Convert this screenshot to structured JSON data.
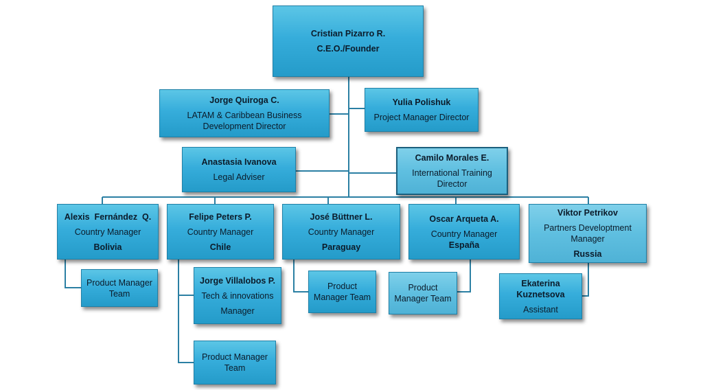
{
  "ceo": {
    "name": "Cristian Pizarro R.",
    "title": "C.E.O./Founder"
  },
  "quiroga": {
    "name": "Jorge Quiroga C.",
    "title_line1": "LATAM & Caribbean Business",
    "title_line2": "Development Director"
  },
  "polishuk": {
    "name": "Yulia Polishuk",
    "title": "Project Manager Director"
  },
  "ivanova": {
    "name": "Anastasia Ivanova",
    "title": "Legal Adviser"
  },
  "morales": {
    "name": "Camilo Morales E.",
    "title_line1": "International Training",
    "title_line2": "Director"
  },
  "fernandez": {
    "name": "Alexis  Fernández  Q.",
    "title": "Country Manager",
    "country": "Bolivia"
  },
  "peters": {
    "name": "Felipe Peters P.",
    "title": "Country Manager",
    "country": "Chile"
  },
  "buttner": {
    "name": "José Büttner L.",
    "title": "Country Manager",
    "country": "Paraguay"
  },
  "arqueta": {
    "name": "Oscar Arqueta A.",
    "title": "Country Manager",
    "country": "España"
  },
  "petrikov": {
    "name": "Viktor Petrikov",
    "title_line1": "Partners Developtment",
    "title_line2": "Manager",
    "country": "Russia"
  },
  "villalobos": {
    "name": "Jorge Villalobos P.",
    "title_line1": "Tech & innovations",
    "title_line2": "Manager"
  },
  "kuznetsova": {
    "name_line1": "Ekaterina",
    "name_line2": "Kuznetsova",
    "title": "Assistant"
  },
  "pm_team_bolivia": {
    "line1": "Product Manager",
    "line2": "Team"
  },
  "pm_team_chile": {
    "line1": "Product Manager",
    "line2": "Team"
  },
  "pm_team_paraguay": {
    "line1": "Product",
    "line2": "Manager Team"
  },
  "pm_team_espana": {
    "line1": "Product",
    "line2": "Manager Team"
  }
}
